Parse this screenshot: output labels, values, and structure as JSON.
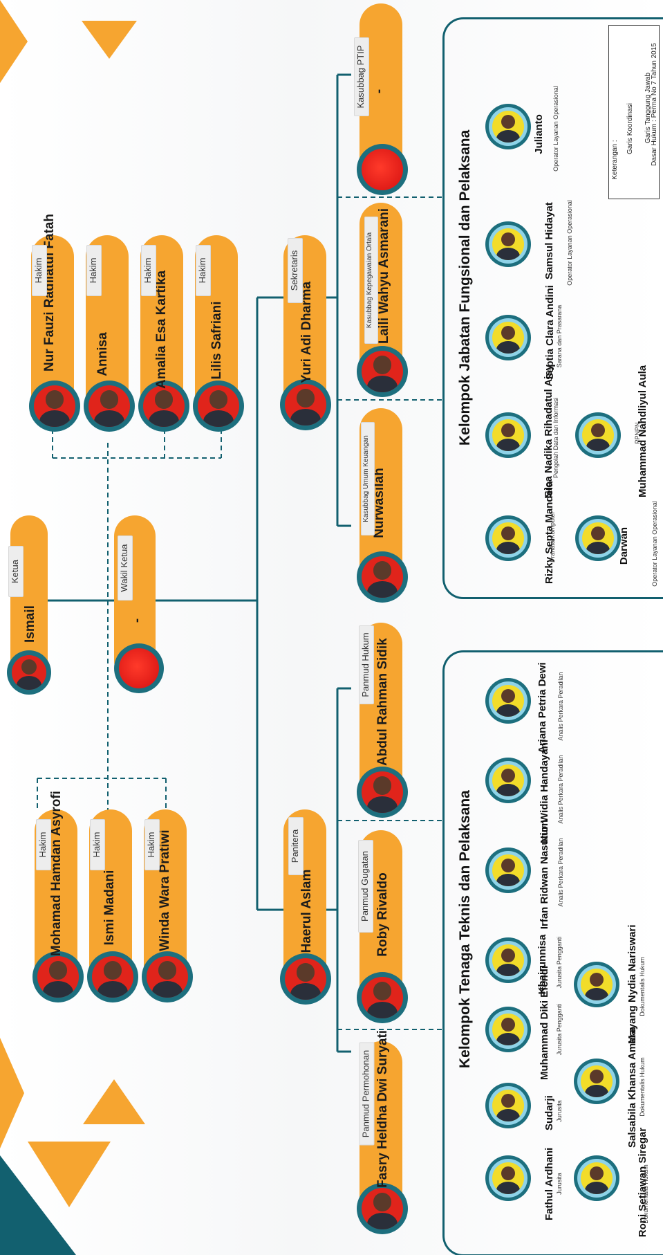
{
  "colors": {
    "accent": "#f6a530",
    "teal": "#12606f",
    "red": "#e0241b",
    "yellow": "#f2dc2a"
  },
  "leaders": {
    "ketua": {
      "role": "Ketua",
      "name": "Ismail"
    },
    "wakil": {
      "role": "Wakil Ketua",
      "name": "-"
    }
  },
  "hakim_top": [
    {
      "role": "Hakim",
      "name": "Nur Fauzi Radliatul Fatah"
    },
    {
      "role": "Hakim",
      "name": "Annisa"
    },
    {
      "role": "Hakim",
      "name": "Amalia Esa Kartika"
    },
    {
      "role": "Hakim",
      "name": "Lilis Safriani"
    }
  ],
  "hakim_bottom": [
    {
      "role": "Hakim",
      "name": "Mohamad Hamdan Asyrofi"
    },
    {
      "role": "Hakim",
      "name": "Ismi Madani"
    },
    {
      "role": "Hakim",
      "name": "Winda Wara Pratiwi"
    }
  ],
  "sekretaris": {
    "role": "Sekretaris",
    "name": "Yuri Adi Dharma"
  },
  "panitera": {
    "role": "Panitera",
    "name": "Haerul Aslam"
  },
  "kasubbag": [
    {
      "role": "Kasubbag PTIP",
      "name": "-"
    },
    {
      "role": "Kasubbag Kepegawaian Ortala",
      "name": "Laili Wahyu Asmarani"
    },
    {
      "role": "Kasubbag Umum Keuangan",
      "name": "Nurwasilah"
    }
  ],
  "panmud": [
    {
      "role": "Panmud Hukum",
      "name": "Abdul Rahman Sidik"
    },
    {
      "role": "Panmud Gugatan",
      "name": "Roby Rivaldo"
    },
    {
      "role": "Panmud Permohonan",
      "name": "Fasry Heldha Dwi Suryati"
    }
  ],
  "fungsional": {
    "title": "Kelompok Jabatan Fungsional dan Pelaksana",
    "members": [
      {
        "name": "Julianto",
        "position": "Operator Layanan Operasional"
      },
      {
        "name": "Samsul Hidayat",
        "position": "Operator Layanan Operasional"
      },
      {
        "name": "Septia Clara Andini",
        "position": "Sarana dan Prasarana"
      },
      {
        "name": "Sica Nadika Rihadatul Aisy",
        "position": "Pengolah Data dan Informasi"
      },
      {
        "name": "Rizky Septa Mandela",
        "position": "Pranata Komputer"
      },
      {
        "name": "Muhammad Nahdliyul Aula",
        "position": "PPNPN"
      },
      {
        "name": "Darwan",
        "position": "Operator Layanan Operasional"
      }
    ]
  },
  "teknis": {
    "title": "Kelompok Tenaga Teknis dan Pelaksana",
    "members": [
      {
        "name": "Ariana Petria Dewi",
        "position": "Analis Perkara Peradilan"
      },
      {
        "name": "Nur Widia Handayani",
        "position": "Analis Perkara Peradilan"
      },
      {
        "name": "Irfan Ridwan Nasution",
        "position": "Analis Perkara Peradilan"
      },
      {
        "name": "Khairunnisa",
        "position": "Jurusita Pengganti"
      },
      {
        "name": "Muhammad Diki Efendi",
        "position": "Jurusita Pengganti"
      },
      {
        "name": "Sudarji",
        "position": "Jurusita"
      },
      {
        "name": "Fathul Ardhani",
        "position": "Jurusita"
      },
      {
        "name": "Mayang Nydia Nariswari",
        "position": "Dokumentalis Hukum"
      },
      {
        "name": "Salsabila Khansa Amara",
        "position": "Dokumentalis Hukum"
      },
      {
        "name": "Roni Setiawan Siregar",
        "position": "Dokumentalis Hukum"
      }
    ]
  },
  "legend": {
    "title": "Keterangan :",
    "items": [
      "Garis Koordinasi",
      "Garis Tanggung Jawab",
      "Dasar Hukum : Perma No 7 Tahun 2015"
    ]
  }
}
